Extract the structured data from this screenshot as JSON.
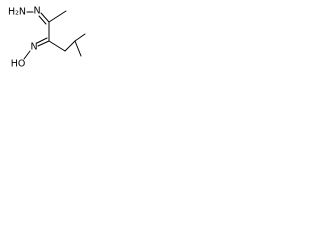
{
  "molecule": {
    "labels": {
      "hydrazone_group": "H₂N",
      "hydrazone_n": "N",
      "oxime_group": "HO",
      "oxime_n": "N"
    },
    "bond_color": "#000000",
    "background_color": "#ffffff"
  }
}
